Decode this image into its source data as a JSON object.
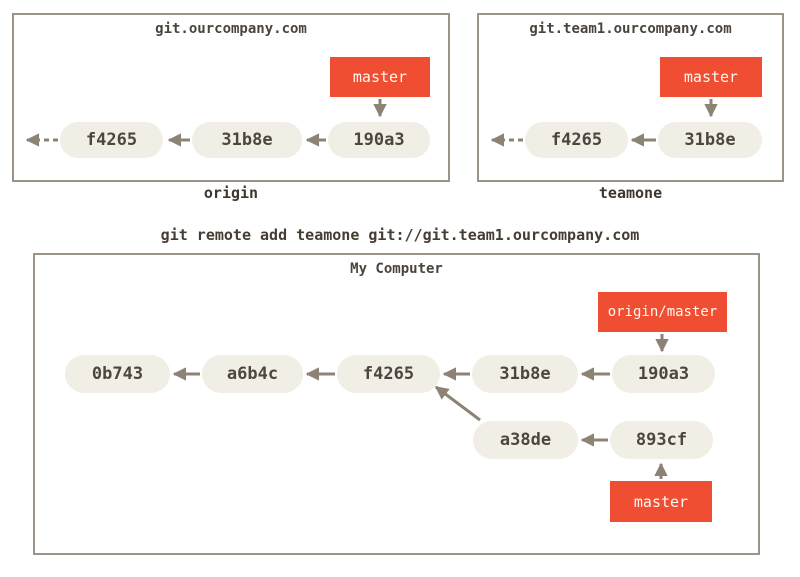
{
  "colors": {
    "background": "#ffffff",
    "node_fill": "#f1eee6",
    "node_text": "#4c463f",
    "branch_tag_fill": "#f04e32",
    "branch_tag_text": "#fff7ef",
    "arrow": "#8c8375",
    "box_border": "#9d9488",
    "label_text": "#443d34"
  },
  "remotes": [
    {
      "title": "git.ourcompany.com",
      "caption": "origin",
      "branch_label": "master",
      "commits": [
        "f4265",
        "31b8e",
        "190a3"
      ]
    },
    {
      "title": "git.team1.ourcompany.com",
      "caption": "teamone",
      "branch_label": "master",
      "commits": [
        "f4265",
        "31b8e"
      ]
    }
  ],
  "command_text": "git remote add teamone git://git.team1.ourcompany.com",
  "local": {
    "title": "My Computer",
    "remote_branch_label": "origin/master",
    "branch_label": "master",
    "main_commits": [
      "0b743",
      "a6b4c",
      "f4265",
      "31b8e",
      "190a3"
    ],
    "feature_commits": [
      "a38de",
      "893cf"
    ]
  }
}
